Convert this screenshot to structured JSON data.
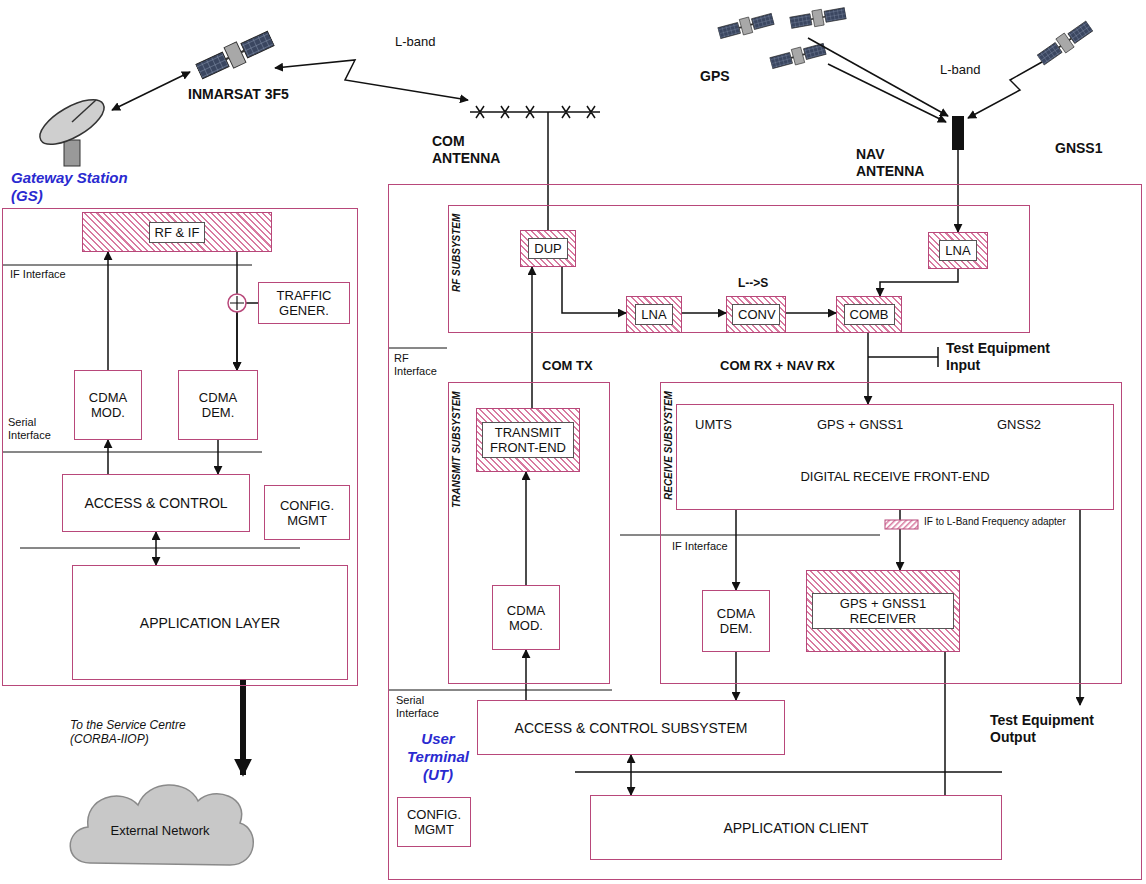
{
  "diagram": {
    "nodes": [
      {
        "text": [
          "Gateway Station (GS)"
        ]
      },
      {
        "text": [
          "RF & IF"
        ],
        "in": 0
      },
      {
        "text": [
          "TRAFFIC GENER."
        ],
        "in": 0
      },
      {
        "text": [
          "CDMA MOD."
        ],
        "in": 0
      },
      {
        "text": [
          "CDMA DEM."
        ],
        "in": 0
      },
      {
        "text": [
          "ACCESS & CONTROL"
        ],
        "in": 0
      },
      {
        "text": [
          "CONFIG. MGMT"
        ],
        "in": 0
      },
      {
        "text": [
          "APPLICATION LAYER"
        ],
        "in": 0
      },
      {
        "text": [
          "External Network"
        ]
      },
      {
        "text": [
          "User Terminal (UT)"
        ]
      },
      {
        "text": [
          "RF SUBSYSTEM"
        ],
        "in": 9
      },
      {
        "text": [
          "DUP"
        ],
        "in": 10
      },
      {
        "text": [
          "LNA"
        ],
        "in": 10
      },
      {
        "text": [
          "LNA"
        ],
        "in": 10
      },
      {
        "text": [
          "CONV"
        ],
        "in": 10
      },
      {
        "text": [
          "COMB"
        ],
        "in": 10
      },
      {
        "text": [
          "TRANSMIT SUBSYSTEM"
        ],
        "in": 9
      },
      {
        "text": [
          "TRANSMIT FRONT-END"
        ],
        "in": 16
      },
      {
        "text": [
          "CDMA MOD."
        ],
        "in": 16
      },
      {
        "text": [
          "RECEIVE SUBSYSTEM"
        ],
        "in": 9
      },
      {
        "text": [
          "UMTS",
          "GPS + GNSS1",
          "GNSS2",
          "DIGITAL RECEIVE FRONT-END"
        ],
        "in": 19
      },
      {
        "text": [
          "CDMA DEM."
        ],
        "in": 19
      },
      {
        "text": [
          "GPS + GNSS1 RECEIVER"
        ],
        "in": 19
      },
      {
        "text": [
          "ACCESS & CONTROL SUBSYSTEM"
        ],
        "in": 9
      },
      {
        "text": [
          "CONFIG. MGMT"
        ],
        "in": 9
      },
      {
        "text": [
          "APPLICATION CLIENT"
        ],
        "in": 9
      }
    ],
    "edges": [
      {
        "from": 3,
        "to": 1,
        "arrow": "to"
      },
      {
        "from": 1,
        "to": 4,
        "arrow": "to"
      },
      {
        "from": 2,
        "to": 4,
        "arrow": "to"
      },
      {
        "from": 4,
        "to": 5,
        "arrow": "to"
      },
      {
        "from": 5,
        "to": 3,
        "arrow": "to"
      },
      {
        "from": 5,
        "to": 7,
        "arrow": "both"
      },
      {
        "from": 7,
        "to": 8,
        "arrow": "to"
      },
      {
        "from": 11,
        "to": 13,
        "arrow": "to"
      },
      {
        "from": 13,
        "to": 14,
        "arrow": "to"
      },
      {
        "from": 14,
        "to": 15,
        "arrow": "to"
      },
      {
        "from": 12,
        "to": 15,
        "arrow": "to"
      },
      {
        "from": 15,
        "to": 20,
        "arrow": "to"
      },
      {
        "from": 17,
        "to": 11,
        "arrow": "to"
      },
      {
        "from": 18,
        "to": 17,
        "arrow": "to"
      },
      {
        "from": 23,
        "to": 18,
        "arrow": "to"
      },
      {
        "from": 20,
        "to": 21,
        "arrow": "to"
      },
      {
        "from": 20,
        "to": 22,
        "arrow": "to"
      },
      {
        "from": 21,
        "to": 23,
        "arrow": "to"
      },
      {
        "from": 23,
        "to": 25,
        "arrow": "both"
      },
      {
        "from": 22,
        "to": 25,
        "arrow": "none"
      }
    ],
    "labels": [
      "INMARSAT 3F5",
      "L-band",
      "COM ANTENNA",
      "GPS",
      "L-band",
      "NAV ANTENNA",
      "GNSS1",
      "IF Interface",
      "Serial Interface",
      "To the Service Centre (CORBA-IIOP)",
      "L-->S",
      "RF Interface",
      "COM TX",
      "COM RX + NAV RX",
      "Test Equipment Input",
      "IF Interface",
      "IF to L-Band Frequency adapter",
      "Serial Interface",
      "Test Equipment Output"
    ]
  }
}
